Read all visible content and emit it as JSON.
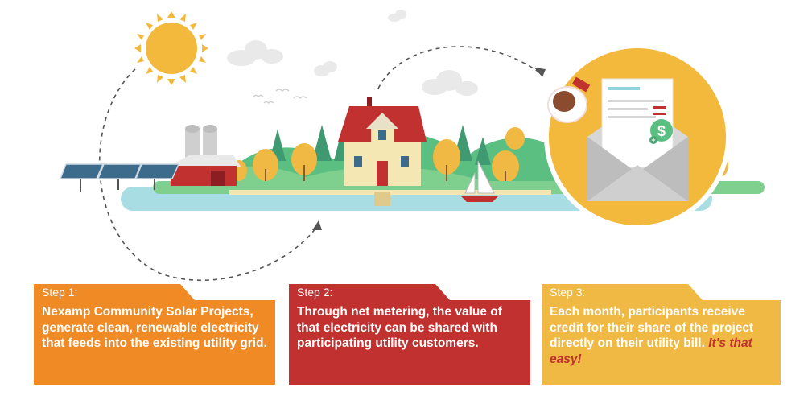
{
  "colors": {
    "step1": "#f08a24",
    "step2": "#c0312f",
    "step3": "#efb943",
    "sun": "#f3b93c",
    "water": "#a9dde4",
    "grass": "#7fcf8e"
  },
  "icons": [
    "sun-icon",
    "solar-panel-icon",
    "barn-icon",
    "house-icon",
    "sailboat-icon",
    "envelope-icon",
    "dollar-icon",
    "coffee-cup-icon"
  ],
  "steps": [
    {
      "label": "Step 1:",
      "text": "Nexamp Community Solar Projects, generate clean, renewable electricity that feeds into the existing utility grid."
    },
    {
      "label": "Step 2:",
      "text": "Through net metering, the value of that electricity can be shared with participating utility customers."
    },
    {
      "label": "Step 3:",
      "text": "Each month, participants receive credit for their share of the project directly on their utility bill.",
      "highlight": "It's that easy!"
    }
  ]
}
